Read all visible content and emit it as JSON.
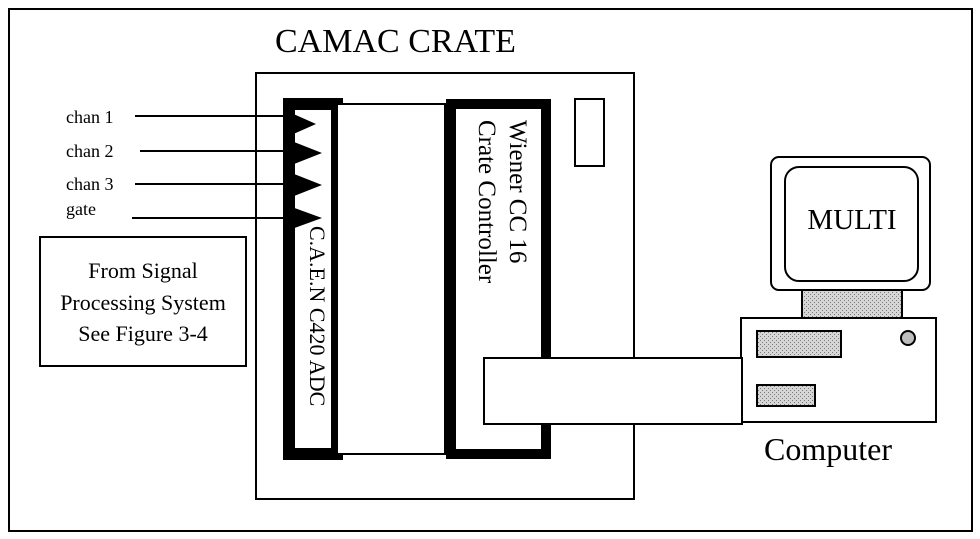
{
  "crate": {
    "title": "CAMAC CRATE"
  },
  "inputs": [
    {
      "label": "chan 1"
    },
    {
      "label": "chan 2"
    },
    {
      "label": "chan 3"
    },
    {
      "label": "gate"
    }
  ],
  "adc_module": {
    "label": "C.A.E.N C420 ADC"
  },
  "controller_module": {
    "line1": "Wiener CC 16",
    "line2": "Crate Controller"
  },
  "source_box": {
    "line1": "From Signal",
    "line2": "Processing System",
    "line3": "See Figure 3-4"
  },
  "computer": {
    "screen_text": "MULTI",
    "label": "Computer"
  },
  "colors": {
    "stroke": "#000000",
    "background": "#ffffff",
    "shade": "#c8c8c8"
  }
}
